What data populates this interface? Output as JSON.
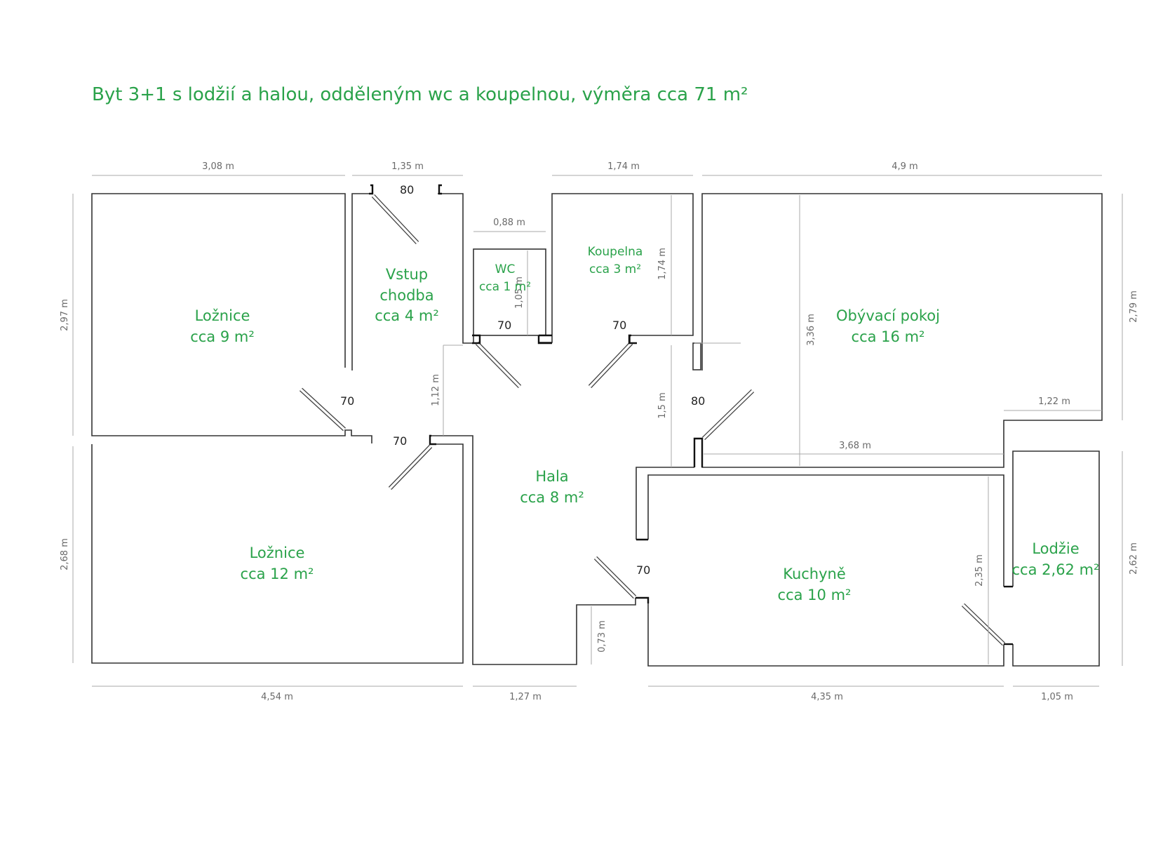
{
  "title": "Byt 3+1 s lodžií a halou, odděleným wc a koupelnou, výměra cca 71 m²",
  "rooms": {
    "loznice1": {
      "name": "Ložnice",
      "area": "cca 9 m²"
    },
    "vstup": {
      "name1": "Vstup",
      "name2": "chodba",
      "area": "cca 4 m²"
    },
    "wc": {
      "name": "WC",
      "area": "cca 1 m²"
    },
    "koupelna": {
      "name": "Koupelna",
      "area": "cca 3 m²"
    },
    "obyvaci": {
      "name": "Obývací pokoj",
      "area": "cca 16 m²"
    },
    "loznice2": {
      "name": "Ložnice",
      "area": "cca 12 m²"
    },
    "hala": {
      "name": "Hala",
      "area": "cca 8 m²"
    },
    "kuchyne": {
      "name": "Kuchyně",
      "area": "cca 10 m²"
    },
    "lodzie": {
      "name": "Lodžie",
      "area": "cca 2,62 m²"
    }
  },
  "dimensions": {
    "top_loznice": "3,08 m",
    "top_vstup": "1,35 m",
    "top_koupelna": "1,74 m",
    "top_obyvaci": "4,9 m",
    "wc_width": "0,88 m",
    "wc_height": "1,05 m",
    "koupelna_height": "1,74 m",
    "left_upper": "2,97 m",
    "left_lower": "2,68 m",
    "hala_upper": "1,12 m",
    "hala_right": "1,5 m",
    "obyvaci_height": "3,36 m",
    "right_upper": "2,79 m",
    "obyvaci_notch": "1,22 m",
    "obyvaci_bottom": "3,68 m",
    "right_lower": "2,62 m",
    "kuchyne_height": "2,35 m",
    "entry_notch": "0,73 m",
    "bottom_loznice": "4,54 m",
    "bottom_hala": "1,27 m",
    "bottom_kuchyne": "4,35 m",
    "bottom_lodzie": "1,05 m"
  },
  "doors": {
    "entry": "80",
    "wc": "70",
    "koupelna": "70",
    "loznice1": "70",
    "loznice2": "70",
    "obyvaci": "80",
    "kuchyne": "70"
  }
}
